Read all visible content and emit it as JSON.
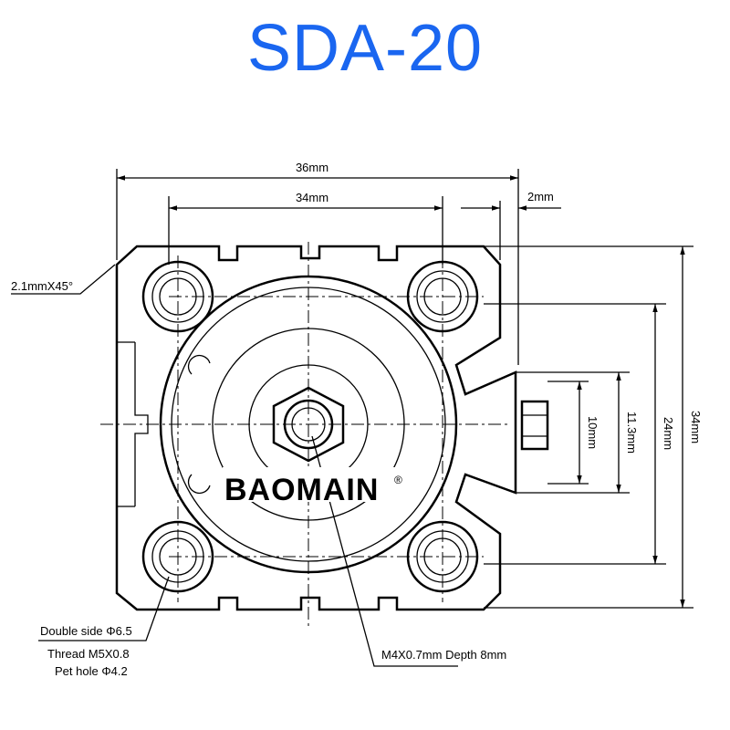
{
  "title": "SDA-20",
  "brand": "BAOMAIN",
  "brand_mark": "®",
  "dimensions": {
    "overall_width": "36mm",
    "hole_spacing": "34mm",
    "offset": "2mm",
    "chamfer": "2.1mmX45°",
    "overall_height": "34mm",
    "hole_spacing_vertical": "24mm",
    "port_width": "11.3mm",
    "port_inner": "10mm"
  },
  "callouts": {
    "double_side": "Double side  Φ6.5",
    "thread": "Thread  M5X0.8",
    "pet_hole": "Pet hole Φ4.2",
    "center_thread": "M4X0.7mm  Depth 8mm"
  },
  "colors": {
    "title": "#1a66f0"
  }
}
